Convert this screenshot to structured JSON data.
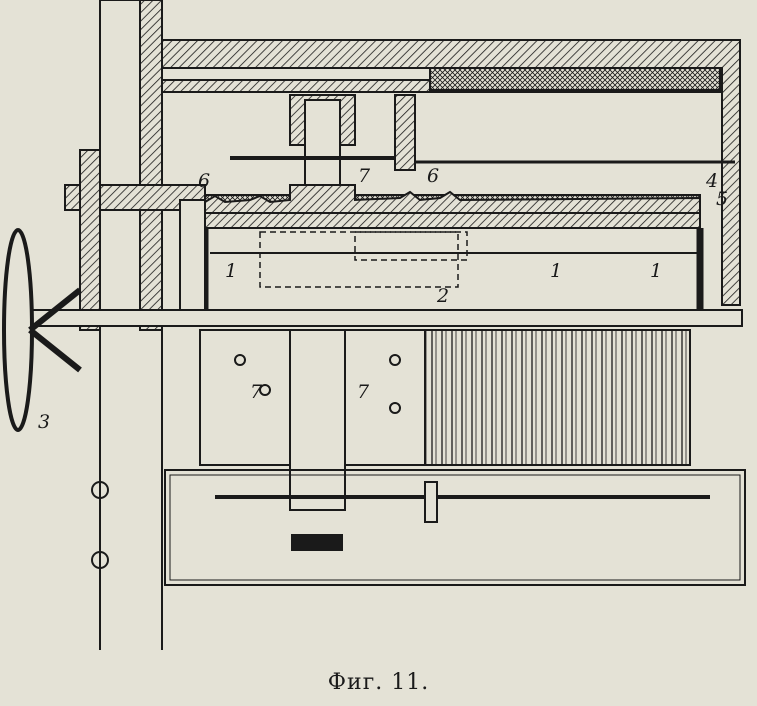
{
  "figure": {
    "caption": "Фиг. 11.",
    "labels": {
      "l6a": "6",
      "l7a": "7",
      "l6b": "6",
      "l4": "4",
      "l5": "5",
      "l1a": "1",
      "l1b": "1",
      "l1c": "1",
      "l2": "2",
      "l3": "3",
      "l7b": "7",
      "l7c": "7"
    }
  },
  "colors": {
    "paper": "#e4e2d6",
    "ink": "#1a1a1a"
  }
}
